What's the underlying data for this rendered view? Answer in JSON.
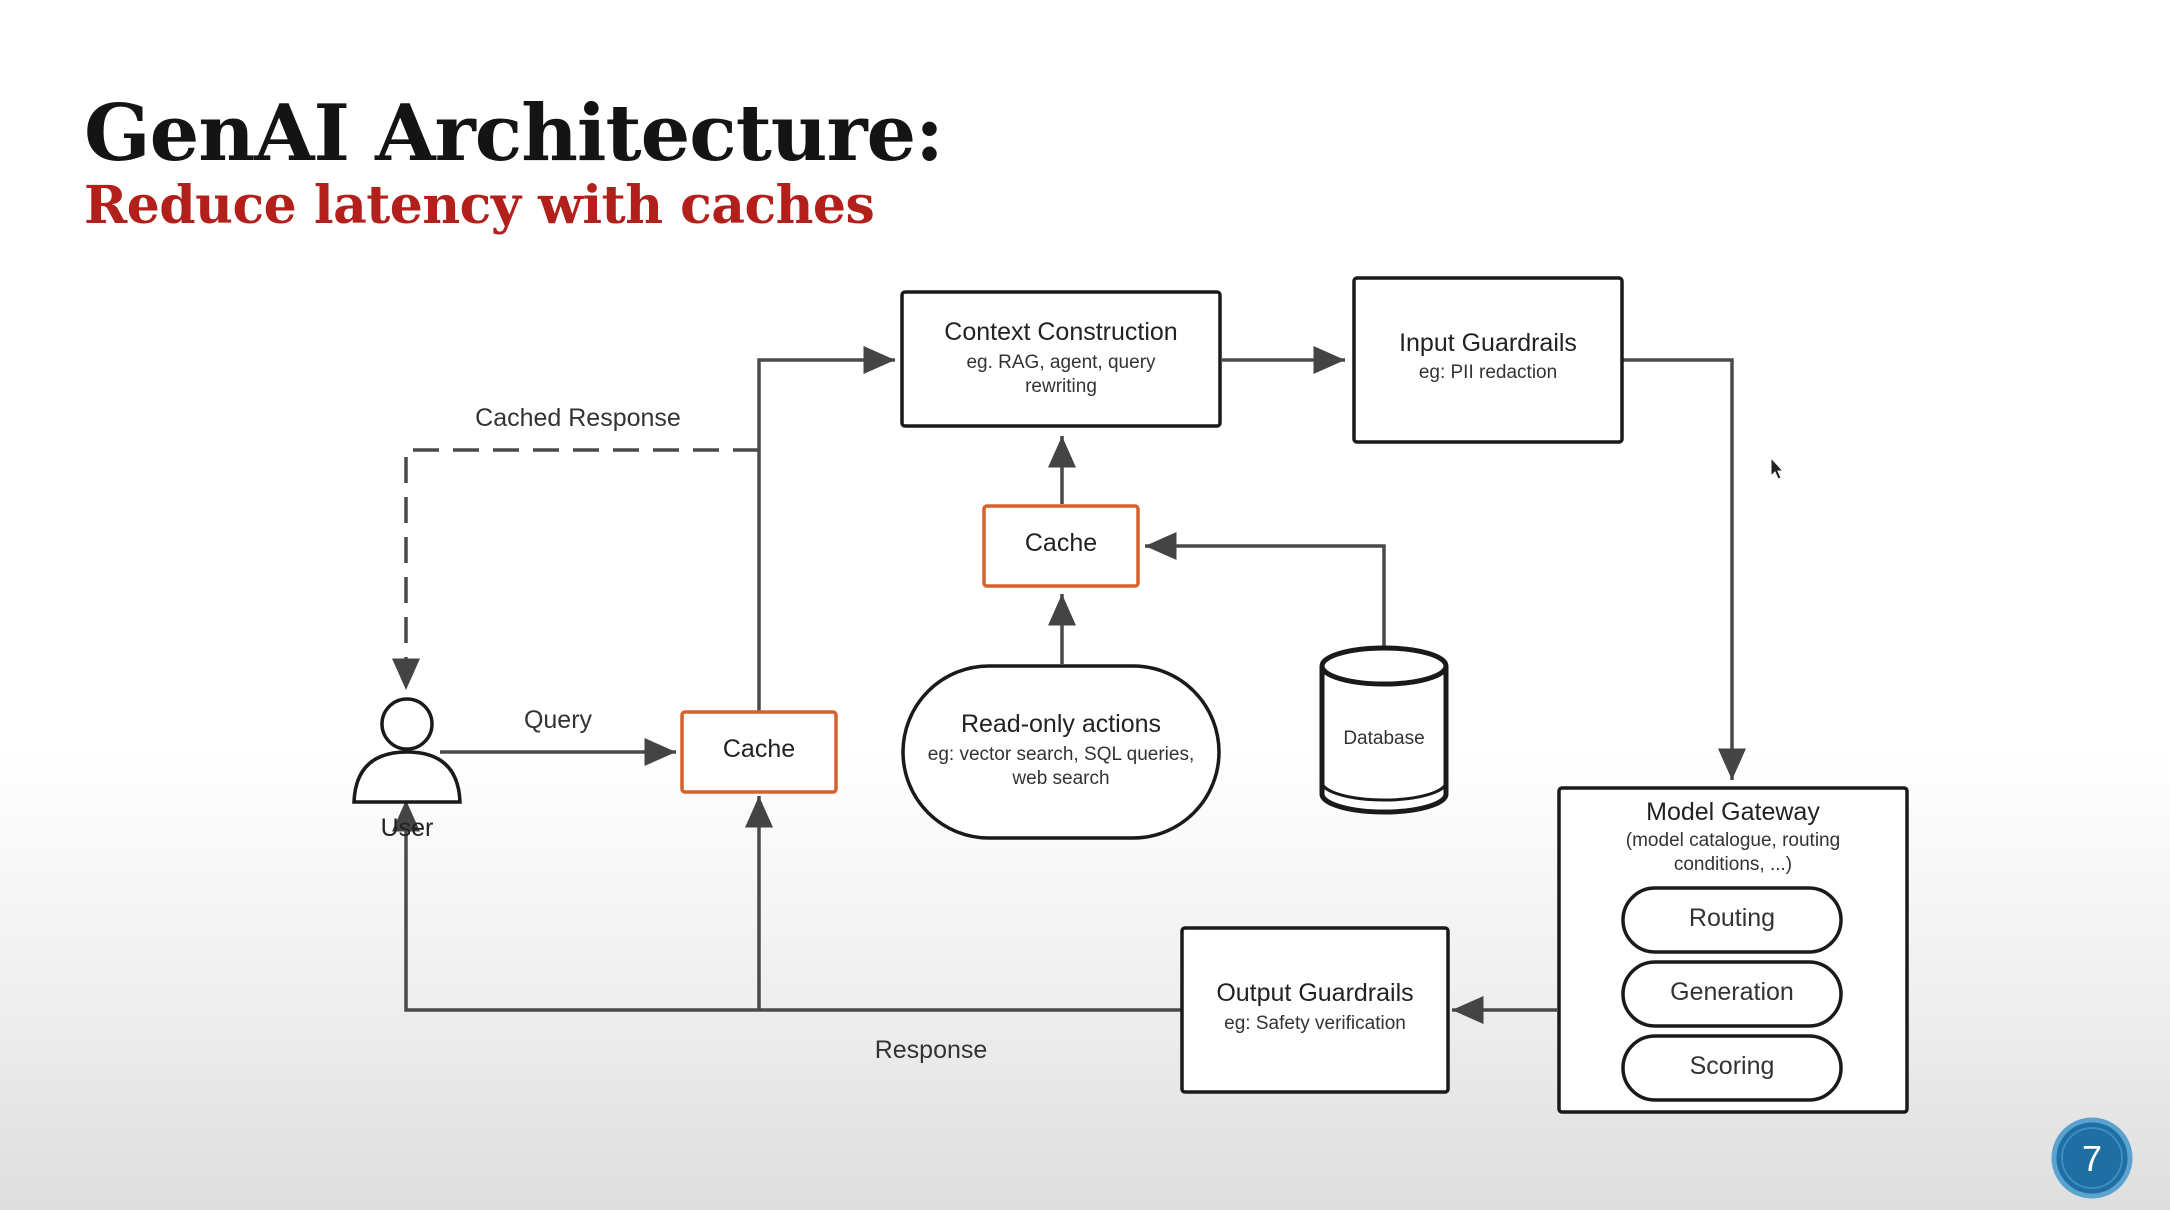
{
  "slide": {
    "title": "GenAI Architecture:",
    "subtitle": "Reduce latency with caches",
    "page_number": "7"
  },
  "colors": {
    "title": "#141414",
    "subtitle": "#b3201b",
    "cache_border": "#d4622a",
    "box_border": "#1a1a1a",
    "arrow": "#4a4a4a",
    "badge": "#1f6fa3"
  },
  "nodes": {
    "context": {
      "title": "Context Construction",
      "sub1": "eg. RAG, agent, query",
      "sub2": "rewriting"
    },
    "input_guardrails": {
      "title": "Input Guardrails",
      "sub1": "eg: PII redaction"
    },
    "cache_top": {
      "title": "Cache"
    },
    "cache_left": {
      "title": "Cache"
    },
    "readonly": {
      "title": "Read-only actions",
      "sub1": "eg: vector search, SQL queries,",
      "sub2": "web search"
    },
    "database": {
      "title": "Database"
    },
    "user": {
      "title": "User"
    },
    "gateway": {
      "title": "Model Gateway",
      "sub1": "(model catalogue, routing",
      "sub2": "conditions, ...)",
      "routing": "Routing",
      "generation": "Generation",
      "scoring": "Scoring"
    },
    "output_guardrails": {
      "title": "Output Guardrails",
      "sub1": "eg: Safety verification"
    }
  },
  "edge_labels": {
    "cached_response": "Cached Response",
    "query": "Query",
    "response": "Response"
  }
}
